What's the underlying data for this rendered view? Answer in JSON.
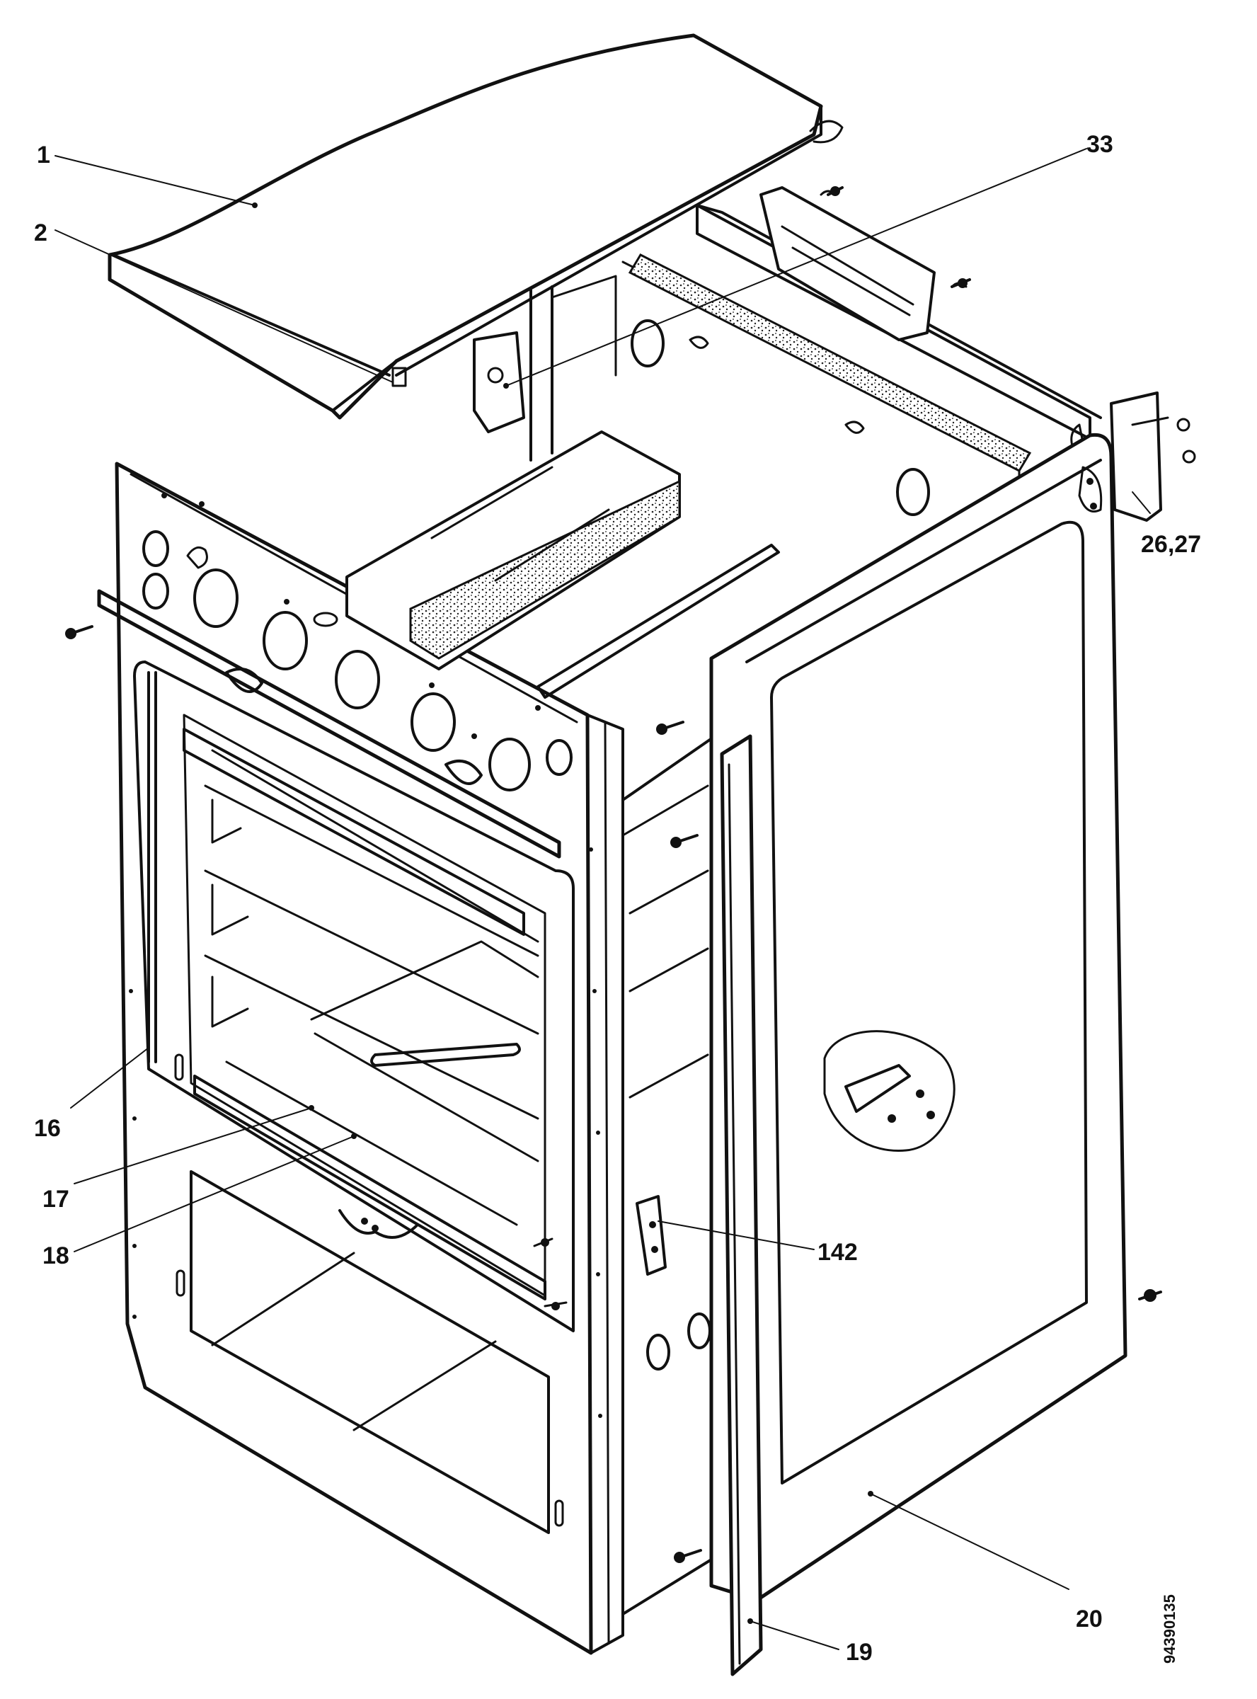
{
  "diagram": {
    "callouts": [
      {
        "id": "1",
        "label": "1"
      },
      {
        "id": "2",
        "label": "2"
      },
      {
        "id": "33",
        "label": "33"
      },
      {
        "id": "26-27",
        "label": "26,27"
      },
      {
        "id": "16",
        "label": "16"
      },
      {
        "id": "17",
        "label": "17"
      },
      {
        "id": "18",
        "label": "18"
      },
      {
        "id": "142",
        "label": "142"
      },
      {
        "id": "20",
        "label": "20"
      },
      {
        "id": "19",
        "label": "19"
      }
    ],
    "document_number": "94390135"
  }
}
